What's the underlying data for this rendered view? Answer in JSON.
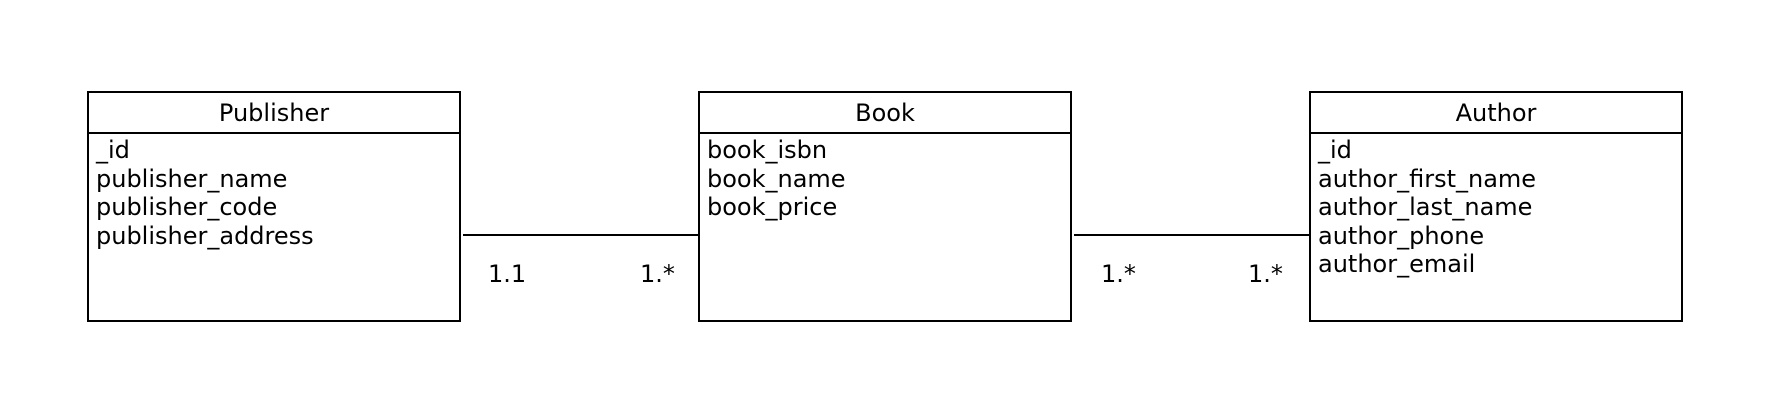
{
  "entities": {
    "publisher": {
      "name": "Publisher",
      "attributes": [
        "_id",
        "publisher_name",
        "publisher_code",
        "publisher_address"
      ]
    },
    "book": {
      "name": "Book",
      "attributes": [
        "book_isbn",
        "book_name",
        "book_price"
      ]
    },
    "author": {
      "name": "Author",
      "attributes": [
        "_id",
        "author_first_name",
        "author_last_name",
        "author_phone",
        "author_email"
      ]
    }
  },
  "relationships": [
    {
      "from": "Publisher",
      "to": "Book",
      "from_multiplicity": "1.1",
      "to_multiplicity": "1.*"
    },
    {
      "from": "Book",
      "to": "Author",
      "from_multiplicity": "1.*",
      "to_multiplicity": "1.*"
    }
  ]
}
